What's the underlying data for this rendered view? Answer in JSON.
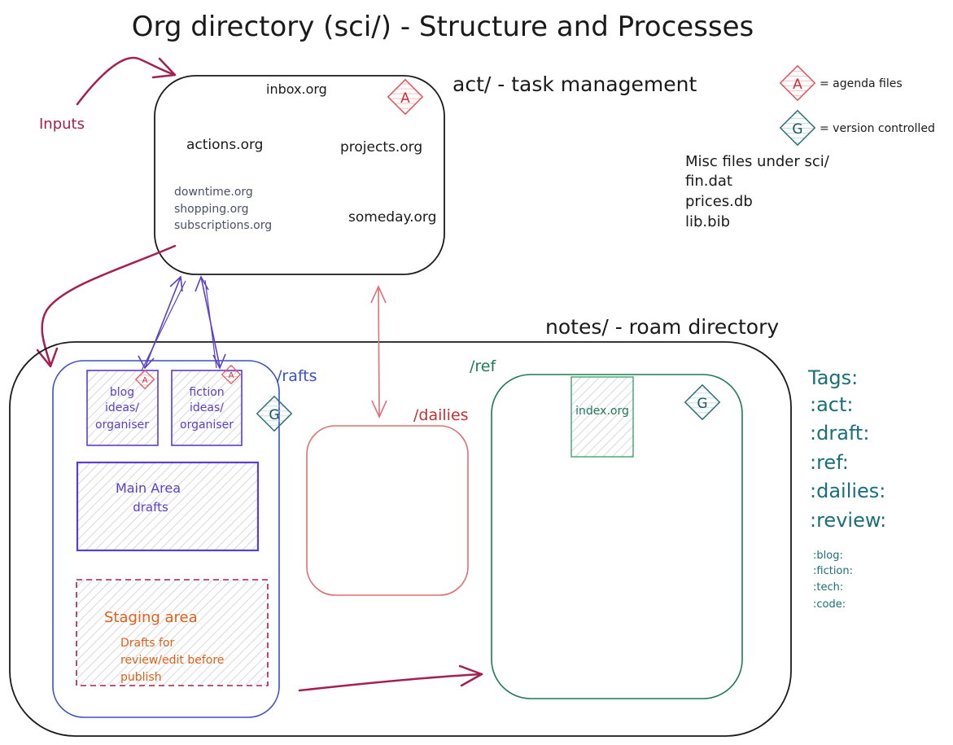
{
  "title": "Org directory (sci/) - Structure and Processes",
  "inputs_label": "Inputs",
  "act": {
    "heading": "act/ - task management",
    "files": {
      "inbox": "inbox.org",
      "actions": "actions.org",
      "projects": "projects.org",
      "someday": "someday.org",
      "downtime": "downtime.org",
      "shopping": "shopping.org",
      "subscriptions": "subscriptions.org"
    }
  },
  "legend": {
    "agenda_letter": "A",
    "agenda_label": "= agenda files",
    "version_letter": "G",
    "version_label": "= version controlled",
    "agenda_color": "#e0545a",
    "version_color": "#2f9aa3"
  },
  "misc": {
    "heading": "Misc files under sci/",
    "files": [
      "fin.dat",
      "prices.db",
      "lib.bib"
    ]
  },
  "notes": {
    "heading": "notes/ - roam directory",
    "drafts": {
      "label": "/rafts",
      "color": "#3b4fc4",
      "blog": [
        "blog",
        "ideas/",
        "organiser"
      ],
      "fiction": [
        "fiction",
        "ideas/",
        "organiser"
      ],
      "main_area": [
        "Main Area",
        "drafts"
      ],
      "staging_title": "Staging area",
      "staging_desc": [
        "Drafts for",
        "review/edit before",
        "publish"
      ]
    },
    "dailies": {
      "label": "/dailies",
      "color": "#e0545a"
    },
    "ref": {
      "label": "/ref",
      "index": "index.org",
      "color": "#1e7a55"
    }
  },
  "tags": {
    "heading": "Tags:",
    "primary": [
      ":act:",
      ":draft:",
      ":ref:",
      ":dailies:",
      ":review:"
    ],
    "secondary": [
      ":blog:",
      ":fiction:",
      ":tech:",
      ":code:"
    ],
    "color": "#1a6f7a"
  },
  "colors": {
    "ink": "#1a1a1a",
    "arrow_maroon": "#a3204f",
    "arrow_purple": "#5b3fc4",
    "arrow_pink": "#e0707a",
    "staging_orange": "#e0601a"
  }
}
